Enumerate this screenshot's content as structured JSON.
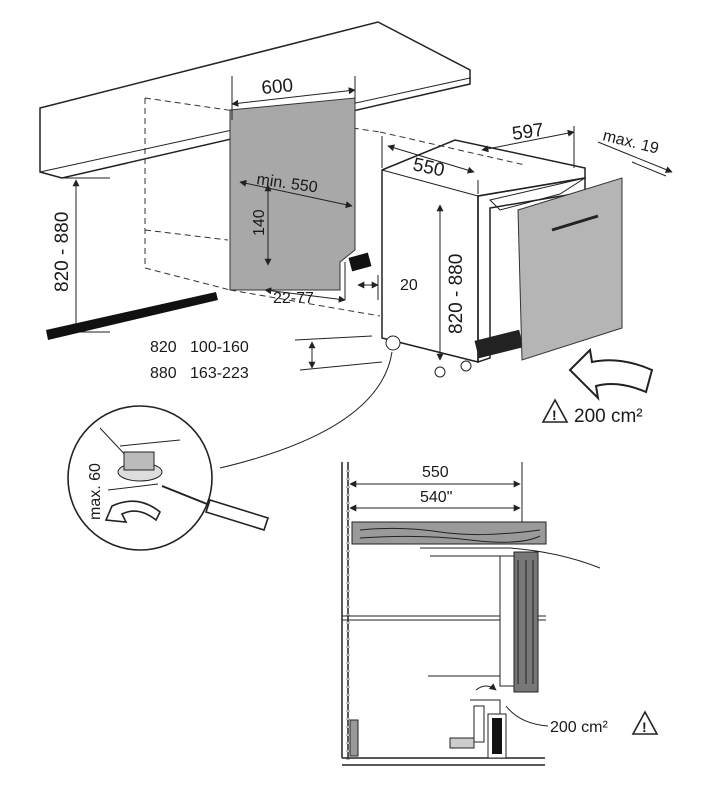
{
  "dimensions": {
    "niche_width": "600",
    "niche_min_depth": "min. 550",
    "dim_140": "140",
    "height_range_left": "820 - 880",
    "plinth_offset": "22-77",
    "gap_20": "20",
    "table_row1": "820   100-160",
    "table_row2": "880   163-223",
    "appliance_depth": "550",
    "appliance_width": "597",
    "door_max": "max. 19",
    "appliance_height": "820 - 880",
    "vent_area_top": "200 cm²",
    "foot_max": "max. 60",
    "section_depth_550": "550",
    "section_depth_540": "540\"",
    "vent_area_bottom": "200 cm²"
  },
  "colors": {
    "line": "#222222",
    "panel_gray": "#a8a8a8",
    "door_gray": "#b5b5b5",
    "plinth_black": "#111111",
    "wood": "#9a9a9a"
  },
  "icons": {
    "warning": "warning-triangle-icon",
    "airflow": "airflow-arrow-icon",
    "rotate": "rotate-arrow-icon"
  }
}
